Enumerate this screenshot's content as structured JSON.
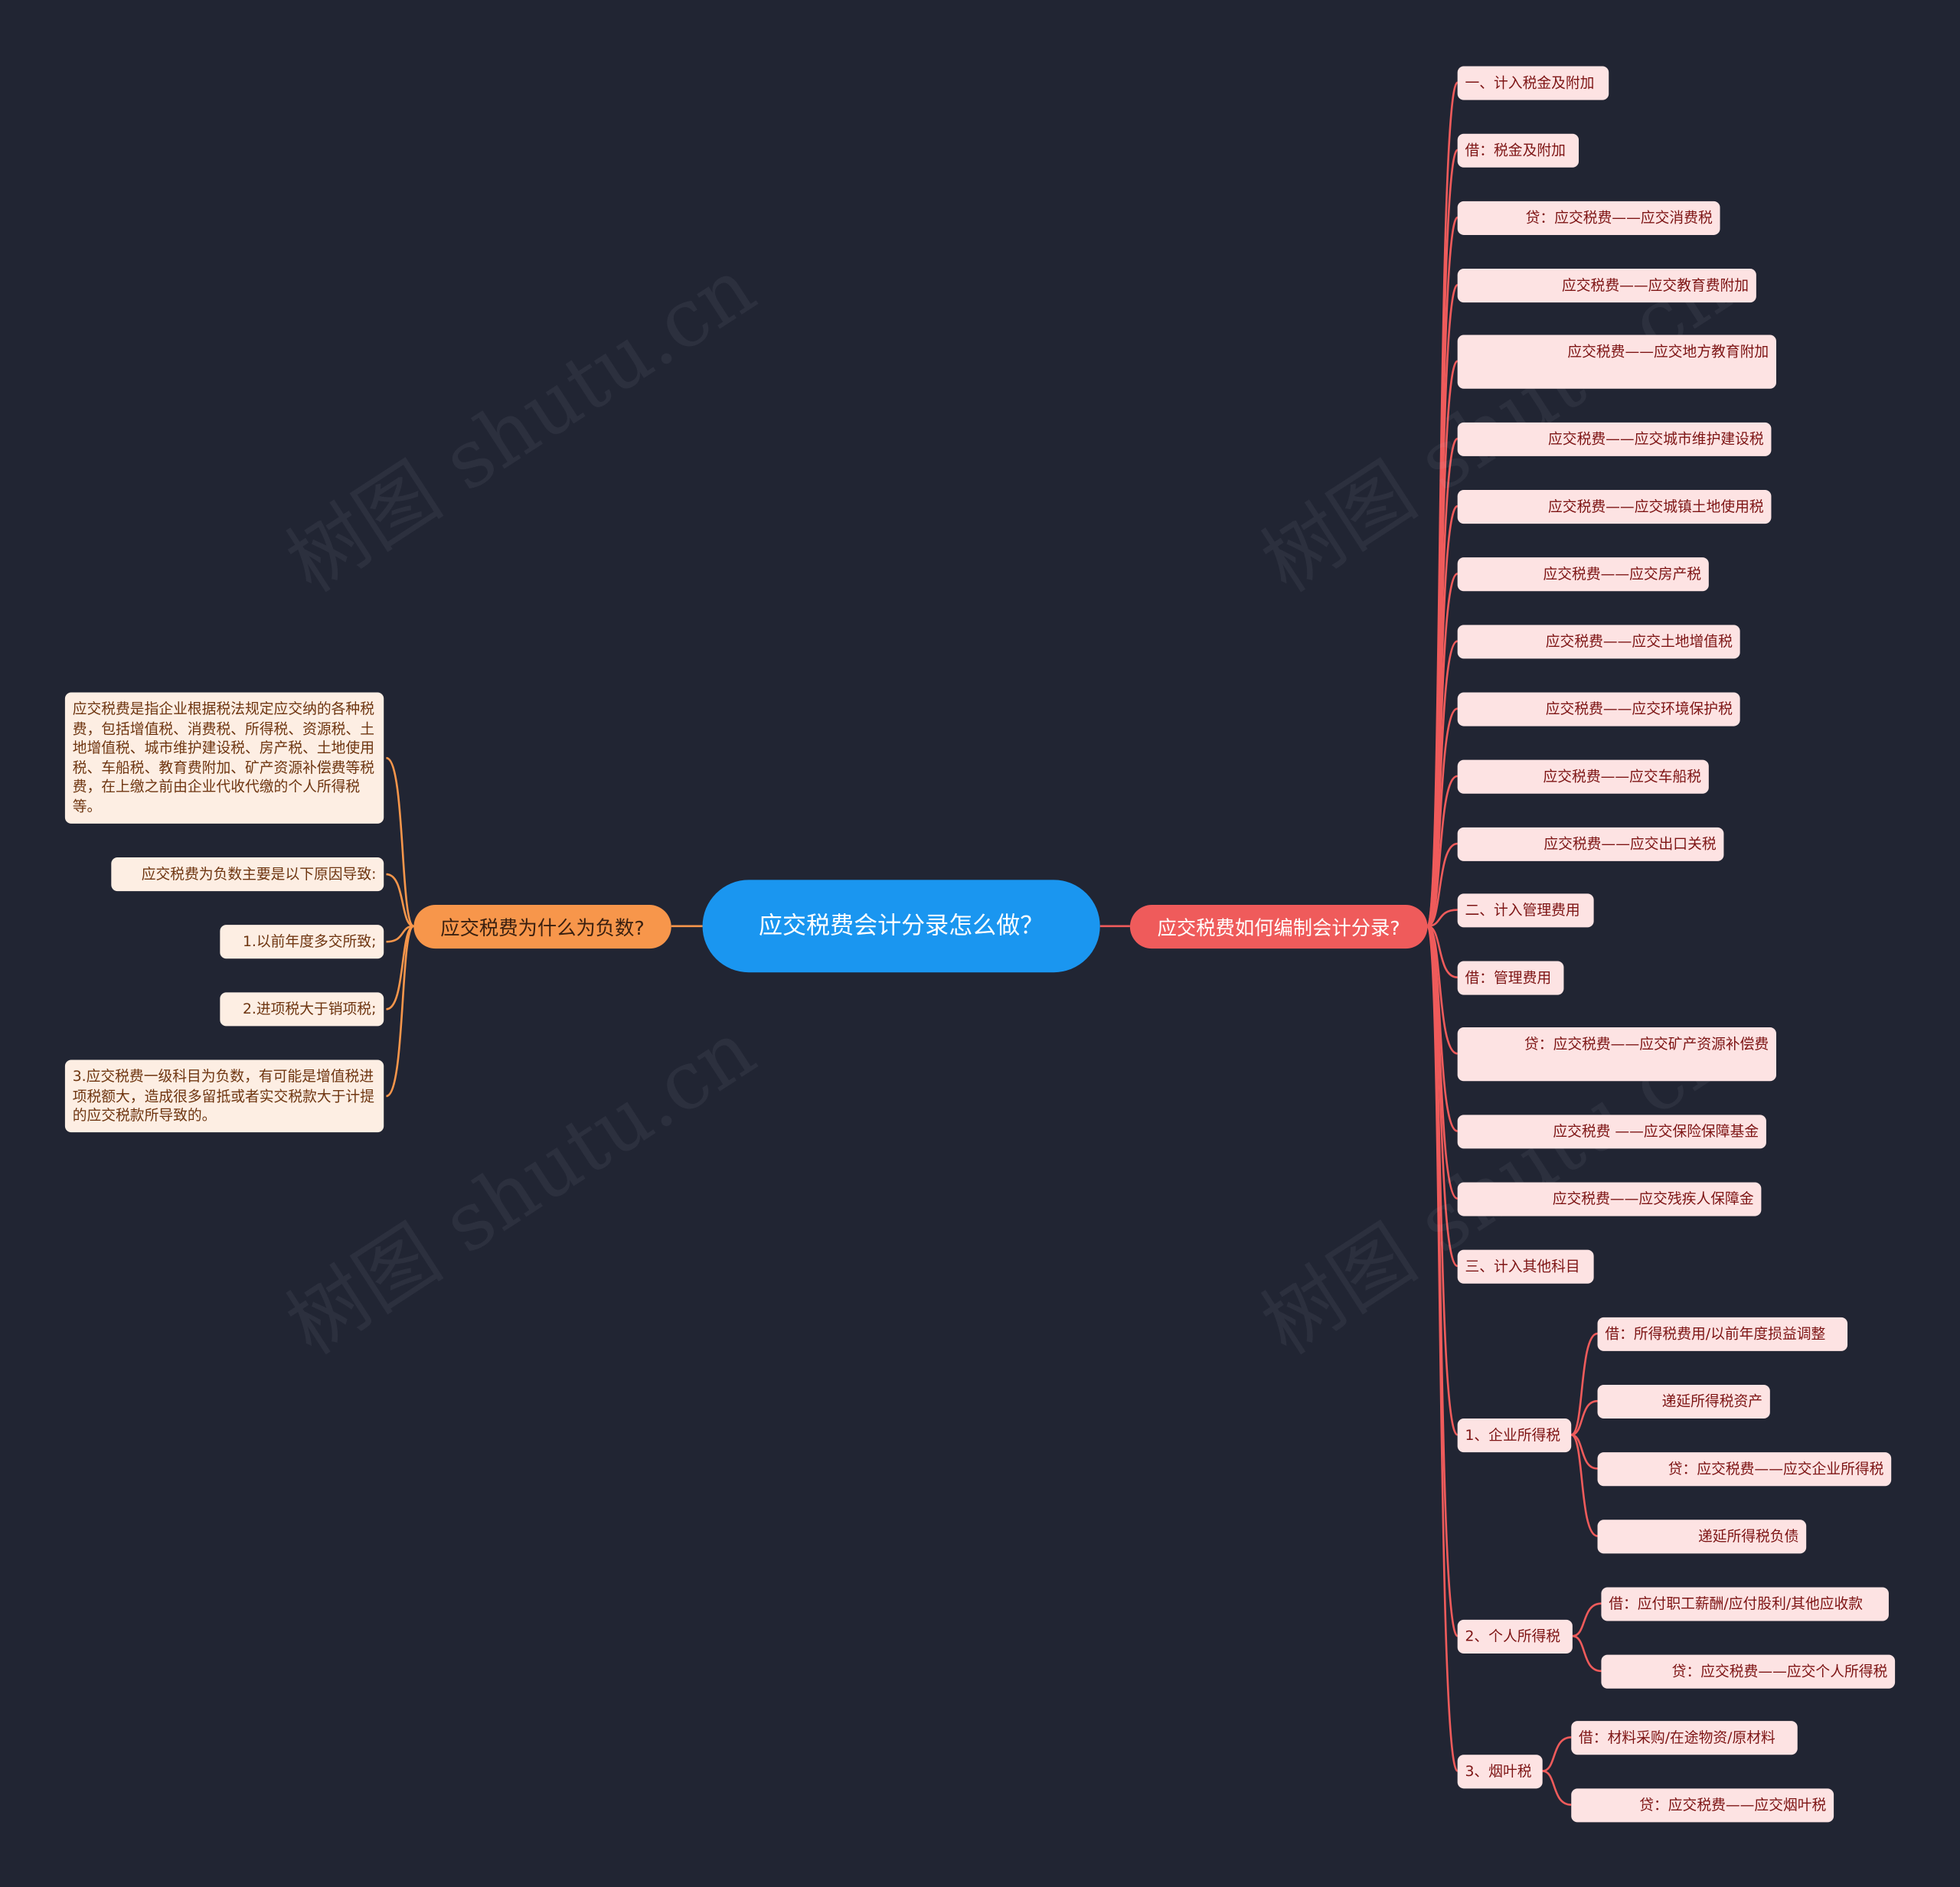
{
  "center": {
    "title": "应交税费会计分录怎么做？"
  },
  "left_branch": {
    "label": "应交税费为什么为负数?",
    "children": [
      "应交税费是指企业根据税法规定应交纳的各种税费，包括增值税、消费税、所得税、资源税、土地增值税、城市维护建设税、房产税、土地使用税、车船税、教育费附加、矿产资源补偿费等税费，在上缴之前由企业代收代缴的个人所得税等。",
      "应交税费为负数主要是以下原因导致:",
      "1.以前年度多交所致;",
      "2.进项税大于销项税;",
      "3.应交税费一级科目为负数，有可能是增值税进项税额大，造成很多留抵或者实交税款大于计提的应交税款所导致的。"
    ]
  },
  "right_branch": {
    "label": "应交税费如何编制会计分录?",
    "children": [
      {
        "label": "一、计入税金及附加"
      },
      {
        "label": "借：税金及附加"
      },
      {
        "label": "贷：应交税费——应交消费税"
      },
      {
        "label": "应交税费——应交教育费附加"
      },
      {
        "label": "应交税费——应交地方教育附加"
      },
      {
        "label": "应交税费——应交城市维护建设税"
      },
      {
        "label": "应交税费——应交城镇土地使用税"
      },
      {
        "label": "应交税费——应交房产税"
      },
      {
        "label": "应交税费——应交土地增值税"
      },
      {
        "label": "应交税费——应交环境保护税"
      },
      {
        "label": "应交税费——应交车船税"
      },
      {
        "label": "应交税费——应交出口关税"
      },
      {
        "label": "二、计入管理费用"
      },
      {
        "label": "借：管理费用"
      },
      {
        "label": "贷：应交税费——应交矿产资源补偿费"
      },
      {
        "label": "应交税费 ——应交保险保障基金"
      },
      {
        "label": "应交税费——应交残疾人保障金"
      },
      {
        "label": "三、计入其他科目"
      },
      {
        "label": "1、企业所得税",
        "children": [
          "借：所得税费用/以前年度损益调整",
          "递延所得税资产",
          "贷：应交税费——应交企业所得税",
          "递延所得税负债"
        ]
      },
      {
        "label": "2、个人所得税",
        "children": [
          "借：应付职工薪酬/应付股利/其他应收款",
          "贷：应交税费——应交个人所得税"
        ]
      },
      {
        "label": "3、烟叶税",
        "children": [
          "借：材料采购/在途物资/原材料",
          "贷：应交税费——应交烟叶税"
        ]
      }
    ]
  },
  "watermark": "树图 shutu.cn",
  "colors": {
    "center": "#1a96f0",
    "left": "#f7964b",
    "right": "#ef5b5b",
    "background": "#212533"
  }
}
